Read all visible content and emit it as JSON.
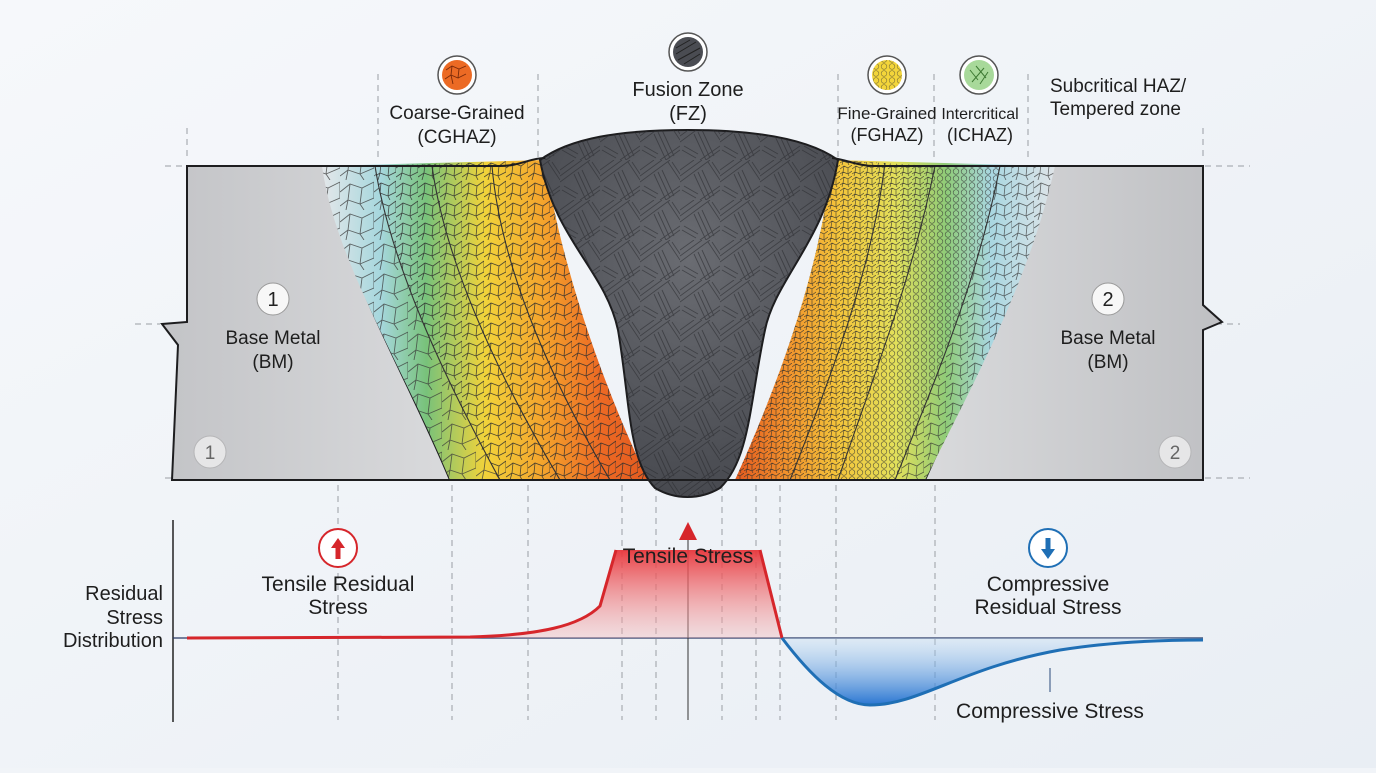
{
  "zones": {
    "coarse_grained": {
      "name": "Coarse-Grained",
      "abbr": "(CGHAZ)"
    },
    "fusion": {
      "name": "Fusion Zone",
      "abbr": "(FZ)"
    },
    "fine_grained": {
      "name": "Fine-Grained",
      "abbr": "(FGHAZ)"
    },
    "intercritical": {
      "name": "Intercritical",
      "abbr": "(ICHAZ)"
    },
    "subcritical": {
      "name": "Subcritical HAZ/",
      "abbr": "Tempered zone"
    },
    "base_left": {
      "name": "Base Metal",
      "abbr": "(BM)",
      "number": "1"
    },
    "base_right": {
      "name": "Base Metal",
      "abbr": "(BM)",
      "number": "2"
    }
  },
  "stress": {
    "axis_label": [
      "Residual",
      "Stress",
      "Distribution"
    ],
    "tensile_residual": [
      "Tensile Residual",
      "Stress"
    ],
    "tensile_peak": "Tensile Stress",
    "compressive_residual": [
      "Compressive",
      "Residual Stress"
    ],
    "compressive_peak": "Compressive Stress"
  },
  "colors": {
    "tensile": "#d6262b",
    "compressive": "#1f6fb5",
    "fusion": "#4a4c52",
    "base_metal": "#c9cacd",
    "cghaz_orange": "#ea6a24",
    "haz_yellow": "#f3cc2e",
    "haz_green": "#7fc36a",
    "haz_blue": "#9fd2dc"
  }
}
